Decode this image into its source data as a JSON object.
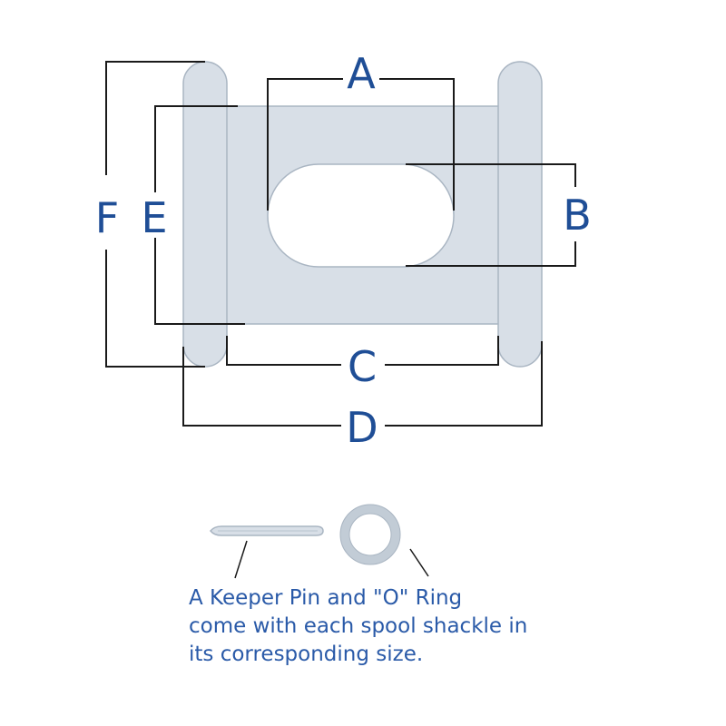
{
  "dimension_labels": {
    "a": "A",
    "b": "B",
    "c": "C",
    "d": "D",
    "e": "E",
    "f": "F"
  },
  "caption": {
    "line1": "A Keeper Pin and \"O\" Ring",
    "line2": "come with each spool shackle in",
    "line3": "its corresponding size."
  },
  "colors": {
    "part_fill": "#d8dfe7",
    "part_stroke": "#a9b5c2",
    "dimension_line": "#1a1a1a",
    "label_color": "#1f4e96",
    "caption_color": "#2a5aa8"
  }
}
